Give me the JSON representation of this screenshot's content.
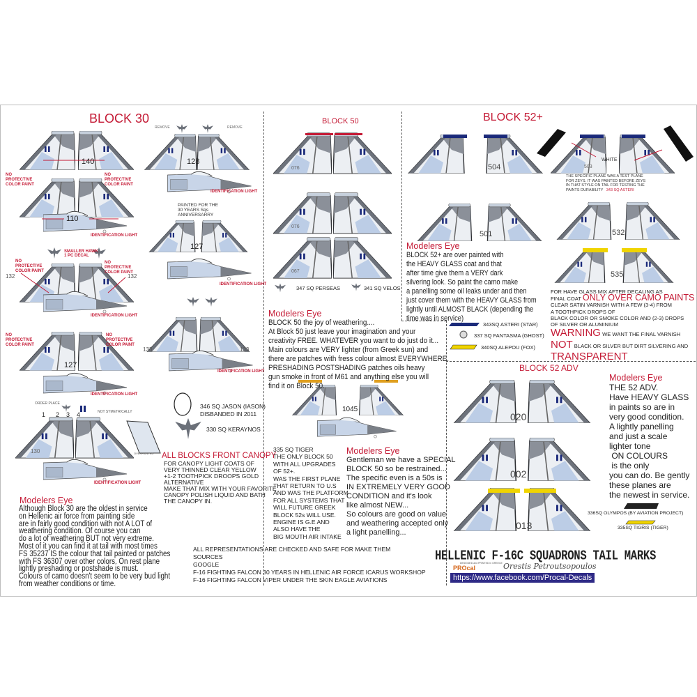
{
  "sections": {
    "block30": "BLOCK 30",
    "block50": "BLOCK 50",
    "block52plus": "BLOCK 52+",
    "block52adv": "BLOCK 52 ADV"
  },
  "tail_numbers": {
    "b30": [
      "140",
      "110",
      "132",
      "127",
      "130",
      "128",
      "127",
      "133"
    ],
    "b50": [
      "076",
      "076",
      "067",
      "1045"
    ],
    "b52plus": [
      "504",
      "503",
      "501",
      "532",
      "535"
    ],
    "b52adv": [
      "020",
      "002",
      "013"
    ]
  },
  "annotations": {
    "no_protective": "NO PROTECTIVE COLOR PAINT",
    "identification_light": "IDENTIFICATION LIGHT",
    "remove": "REMOVE",
    "anniversary": [
      "PAINTED FOR THE",
      "30 YEARS Sqs",
      "ANNIVERSARRY"
    ],
    "smaller_hawk": [
      "SMALLER HAWK",
      "1 PC DECAL"
    ],
    "order_place": "ORDER PLACE",
    "order_numbers": [
      "1",
      "2",
      "3",
      "4"
    ],
    "not_symetrically": "NOT SYMETRICALLY",
    "overpainted": "OVERPAINTED",
    "white": "WHITE",
    "test_plane": [
      "THE SPECIFIC PLANE WAS A TEST PLANE",
      "FOR ZEYS. IT WAS PAINTED BEFORE ZEYS",
      "IN THAT STYLE ON TAIL FOR TESTING THE",
      "PAINTS DURABILITY"
    ],
    "test_plane_sq": "343 SQ ASTERI"
  },
  "squadrons": {
    "jason": [
      "346 SQ JASON (IASON)",
      "DISBANDED IN 2011"
    ],
    "keraynos": "330 SQ KERAYNOS",
    "perseas": "347 SQ PERSEAS",
    "velos": "341 SQ VELOS",
    "asteri": "343SQ ASTERI (STAR)",
    "fantasma": "337 SQ FANTASMA (GHOST)",
    "alepou": "340SQ ALEPOU (FOX)",
    "olympos": "336SQ OLYMPOS (BY AVIATION PROJECT)",
    "tigris": "335SQ TIGRIS (TIGER)"
  },
  "notes": {
    "modelers_eye": "Modelers Eye",
    "block30": [
      "Although Block 30 are the oldest in service",
      "on Hellenic air force from painting  side",
      "are in fairly good condition with not A LOT of",
      "weathering condition. Of course you can",
      "do a lot of weathering BUT not very extreme.",
      "Most of it you can find it at tail with most times",
      "FS 35237 IS the colour that tail painted or patches",
      "with FS 36307 over other colors. On rest plane",
      "lightly preshading or postshade is must.",
      "Colours of camo doesn't seem to be very bud light",
      "from weather conditions or time."
    ],
    "canopy_title": "ALL BLOCKS FRONT CANOPY",
    "canopy": [
      "FOR CANOPY LIGHT COATS OF",
      "VERY THINNED CLEAR YELLOW",
      "+1-2 TOOTHPICK DROOPS GOLD",
      "ALTERNATIVE",
      "MAKE THAT MIX WITH YOUR FAVORITE",
      "CANOPY POLISH LIQUID AND BATH",
      "THE CANOPY IN."
    ],
    "block50": [
      "BLOCK 50 the joy of weathering....",
      "At Block 50 just leave your imagination and your",
      "creativity FREE. WHATEVER you want to do just do it...",
      "Main colours are VERY lighter (from Greek sun) and",
      "there are patches with fress colour almost EVERYWHERE.",
      "PRESHADING POSTSHADING patches oils heavy",
      "gun smoke in front of M61 and anything else you will",
      "find it on Block 50."
    ],
    "tiger": [
      "335 SQ TIGER",
      "THE ONLY BLOCK 50",
      "WITH ALL UPGRADES",
      "OF 52+.",
      "WAS THE FIRST PLANE",
      "THAT RETURN TO U.S",
      "AND WAS THE PLATFORM",
      "FOR ALL SYSTEMS THAT",
      "WILL FUTURE GREEK",
      "BLOCK 52s WILL USE.",
      "ENGINE IS G.E AND",
      "ALSO HAVE THE",
      "BIG MOUTH AIR INTAKE"
    ],
    "special50": [
      "Gentleman we have a SPECIAL",
      "BLOCK 50 so be restrained...",
      "The specific even is a 50s is",
      "IN EXTREMELY VERY GOOD",
      "CONDITION and it's look",
      "like almost NEW...",
      "So colours are good on value",
      "and weathering accepted only",
      "a light panelling..."
    ],
    "block52plus": [
      "BLOCK 52+ are over painted with",
      "the HEAVY GLASS coat and that",
      "after time give them a VERY dark",
      "silvering look. So paint the camo make",
      "a panelling some oil leaks under and then",
      "just cover them with the HEAVY GLASS from",
      "lightly until ALMOST BLACK (depending the",
      "time was in service)"
    ],
    "glass": {
      "l1": "FOR HAVE GLASS MIX AFTER DECALING AS",
      "l2a": "FINAL COAT ",
      "l2b": "ONLY OVER CAMO PAINTS",
      "l3": "CLEAR SATIN VARNISH  WITH A FEW (3-4) FROM",
      "l4": "A TOOTHPICK DROPS OF",
      "l5": "BLACK COLOR OR SMOKE COLOR AND (2-3) DROPS",
      "l6": "OF SILVER OR ALUMINIUM",
      "l7a": "WARNING",
      "l7b": " WE WANT THE FINAL VARNISH",
      "l8a": "NOT",
      "l8b": " BLACK OR SILVER BUT DIRT SILVERING AND",
      "l9": "TRANSPARENT"
    },
    "adv": [
      "THE 52 ADV.",
      "Have HEAVY GLASS",
      "in paints so are in",
      "very good condition.",
      "A lightly panelling",
      "and just a scale",
      "lighter tone",
      " ON COLOURS",
      " is the only",
      "you can do. Be gently",
      "these planes are",
      "the newest in service."
    ],
    "sources": [
      "ALL REPRESENTATIONS ARE CHECKED AND SAFE FOR MAKE THEM",
      "SOURCES",
      "GOOGLE",
      "F-16 FIGHTING FALCON 30 YEARS IN HELLENIC AIR FORCE ICARUS WORKSHOP",
      "F-16 FIGHTING FALCON VIPER UNDER THE SKIN EAGLE AVIATIONS"
    ]
  },
  "footer": {
    "title": "HELLENIC F-16C SQUADRONS TAIL MARKS",
    "designed": "DESIGNED and PRINTED in GREECE",
    "brand": "PROcal",
    "designer": "Orestis Petroutsopoulos",
    "url": "https://www.facebook.com/Procal-Decals"
  },
  "colors": {
    "accent_red": "#c41a35",
    "roundel_blue": "#1b2a7a",
    "link_bg": "#2e2a86",
    "camo_light_blue": "#bccde6",
    "camo_gray": "#8b9099"
  }
}
